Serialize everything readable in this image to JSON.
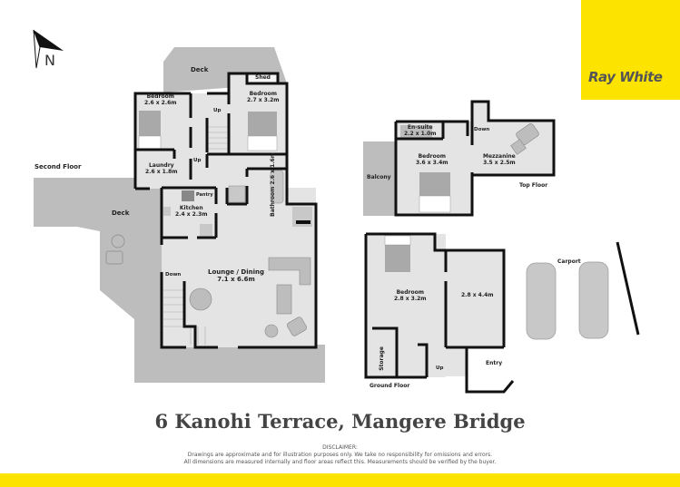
{
  "brand": {
    "name": "Ray White",
    "color": "#fde300",
    "text_color": "#555555"
  },
  "compass": {
    "label": "N"
  },
  "property": {
    "address": "6 Kanohi Terrace, Mangere Bridge"
  },
  "disclaimer": {
    "heading": "DISCLAIMER:",
    "line1": "Drawings are approximate and for illustration purposes only. We take no responsibility for omissions and errors.",
    "line2": "All dimensions are measured internally and floor areas reflect this. Measurements should be verified by the buyer."
  },
  "floors": {
    "second": {
      "label": "Second Floor",
      "rooms": [
        {
          "name": "Deck",
          "dims": ""
        },
        {
          "name": "Shed",
          "dims": ""
        },
        {
          "name": "Bedroom",
          "dims": "2.6 x 2.6m"
        },
        {
          "name": "Bedroom",
          "dims": "2.7 x 3.2m"
        },
        {
          "name": "Laundry",
          "dims": "2.6 x 1.8m"
        },
        {
          "name": "Bathroom",
          "dims": "2.6 x 1.6m"
        },
        {
          "name": "Kitchen",
          "dims": "2.4 x 2.3m"
        },
        {
          "name": "Pantry",
          "dims": ""
        },
        {
          "name": "Deck",
          "dims": ""
        },
        {
          "name": "Lounge / Dining",
          "dims": "7.1 x 6.6m"
        }
      ],
      "stairs": [
        "Up",
        "Up",
        "Down"
      ]
    },
    "top": {
      "label": "Top Floor",
      "rooms": [
        {
          "name": "En-suite",
          "dims": "2.2 x 1.0m"
        },
        {
          "name": "Bedroom",
          "dims": "3.6 x 3.4m"
        },
        {
          "name": "Mezzanine",
          "dims": "3.5 x 2.5m"
        },
        {
          "name": "Balcony",
          "dims": ""
        }
      ],
      "stairs": [
        "Down"
      ]
    },
    "ground": {
      "label": "Ground Floor",
      "rooms": [
        {
          "name": "Bedroom",
          "dims": "2.8 x 3.2m"
        },
        {
          "name": "",
          "dims": "2.8 x 4.4m"
        },
        {
          "name": "Storage",
          "dims": ""
        },
        {
          "name": "Entry",
          "dims": ""
        }
      ],
      "stairs": [
        "Up"
      ]
    },
    "carport": {
      "label": "Carport"
    }
  },
  "colors": {
    "wall": "#111111",
    "floor": "#e4e4e4",
    "deck": "#bdbdbd",
    "furniture": "#a9a9a9"
  }
}
